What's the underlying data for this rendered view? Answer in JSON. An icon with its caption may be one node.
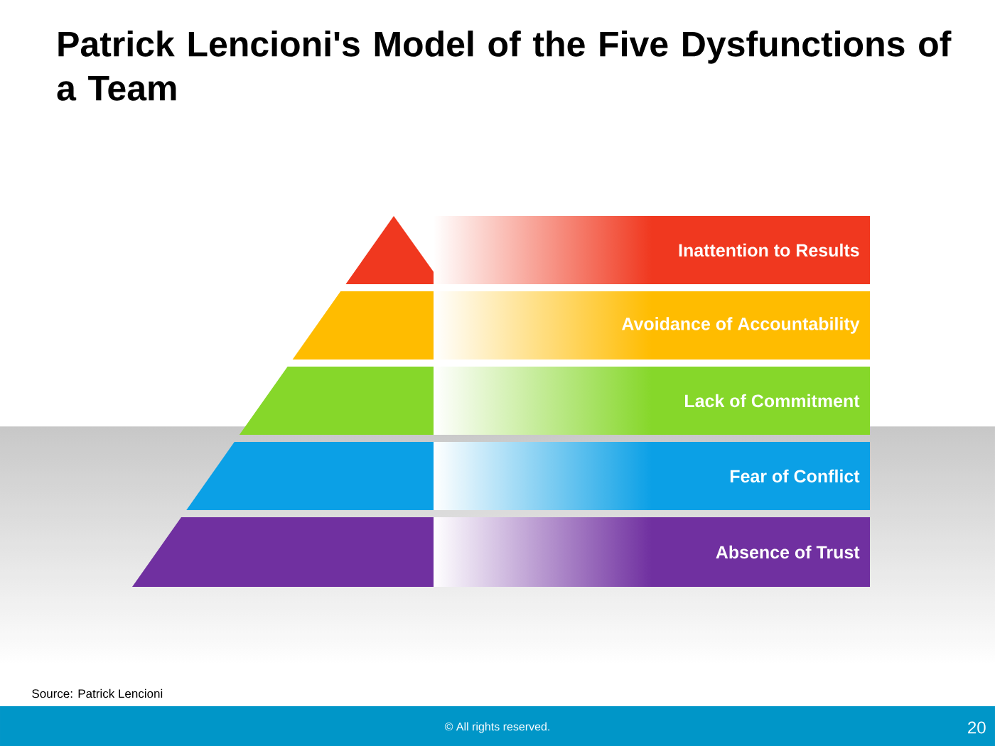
{
  "diagram": {
    "title": "Patrick Lencioni's Model of the Five Dysfunctions of a Team",
    "nodes": [
      {
        "text": [
          "Inattention to Results"
        ]
      },
      {
        "text": [
          "Avoidance of Accountability"
        ]
      },
      {
        "text": [
          "Lack of Commitment"
        ]
      },
      {
        "text": [
          "Fear of Conflict"
        ]
      },
      {
        "text": [
          "Absence of Trust"
        ]
      }
    ],
    "edges": [],
    "labels": [
      "Source: Patrick Lencioni",
      "© All rights reserved.",
      "20"
    ]
  }
}
